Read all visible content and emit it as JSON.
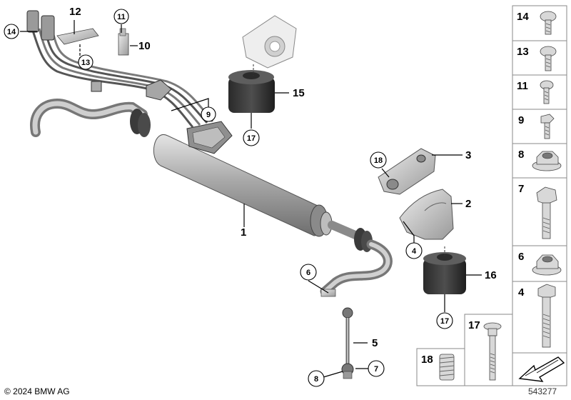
{
  "callouts": {
    "c1": "1",
    "c2": "2",
    "c3": "3",
    "c4": "4",
    "c5": "5",
    "c6": "6",
    "c7": "7",
    "c8": "8",
    "c9": "9",
    "c10": "10",
    "c11": "11",
    "c12": "12",
    "c13": "13",
    "c14": "14",
    "c15": "15",
    "c16": "16",
    "c17a": "17",
    "c17b": "17",
    "c18": "18"
  },
  "legend": {
    "l14": "14",
    "l13": "13",
    "l11": "11",
    "l9": "9",
    "l8": "8",
    "l7": "7",
    "l6": "6",
    "l4": "4",
    "l17": "17",
    "l18": "18"
  },
  "footer": {
    "copyright": "© 2024 BMW AG",
    "diagram_number": "543277"
  }
}
